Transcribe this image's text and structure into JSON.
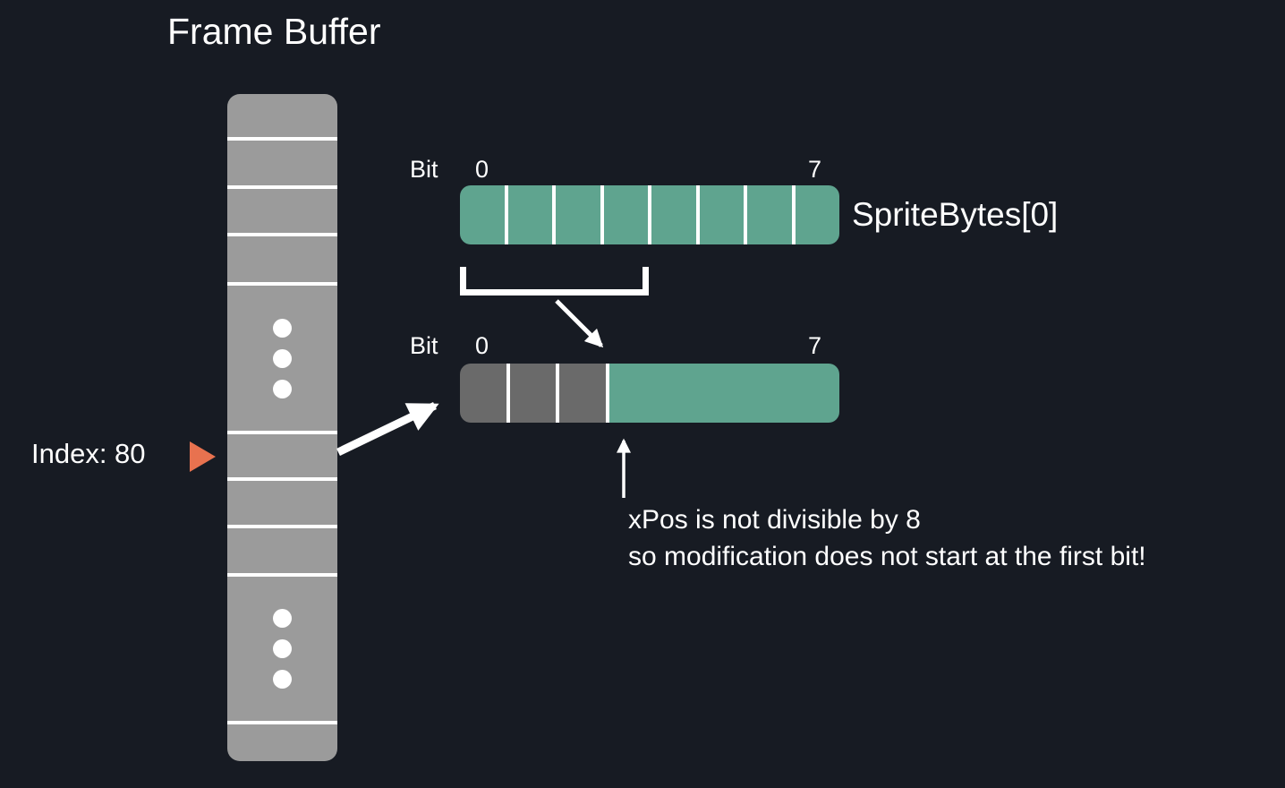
{
  "colors": {
    "background": "#171b23",
    "buffer_gray": "#9b9b9b",
    "bit_teal": "#5fa48f",
    "bit_dark_gray": "#6a6a6a",
    "pointer_orange": "#e8724f",
    "text": "#ffffff"
  },
  "title": "Frame Buffer",
  "frame_buffer": {
    "index_label": "Index: 80",
    "pointer_icon": "right-triangle",
    "cell_count_visible": 8,
    "ellipsis_sections": 2
  },
  "sprite_byte": {
    "bit_label": "Bit",
    "bit_start": "0",
    "bit_end": "7",
    "name_label": "SpriteBytes[0]",
    "cell_count": 8,
    "bracket_bits": 4
  },
  "shifted_byte": {
    "bit_label": "Bit",
    "bit_start": "0",
    "bit_end": "7",
    "gray_cells": 3,
    "teal_cells": 5
  },
  "annotation": {
    "line1": "xPos is not divisible by 8",
    "line2": "so modification does not start at the first bit!"
  }
}
